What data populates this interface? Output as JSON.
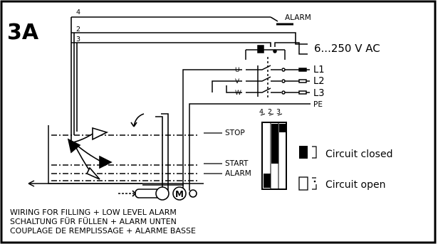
{
  "diagram": {
    "figure_id": "3A",
    "alarm_label": "ALARM",
    "supply_label": "6...250 V AC",
    "phases": [
      "L1",
      "L2",
      "L3"
    ],
    "pe_label": "PE",
    "terminals": [
      "U",
      "V",
      "W"
    ],
    "wire_numbers": [
      "4",
      "2",
      "3"
    ],
    "switch_numbers": [
      "4",
      "2",
      "3"
    ],
    "levels": {
      "stop": "STOP",
      "start": "START",
      "alarm": "ALARM"
    },
    "motor_label": "M",
    "legend": {
      "closed": "Circuit closed",
      "open": "Circuit open"
    },
    "caption": [
      "WIRING FOR FILLING + LOW LEVEL ALARM",
      "SCHALTUNG FÜR FÜLLEN + ALARM UNTEN",
      "COUPLAGE DE REMPLISSAGE + ALARME BASSE"
    ]
  }
}
